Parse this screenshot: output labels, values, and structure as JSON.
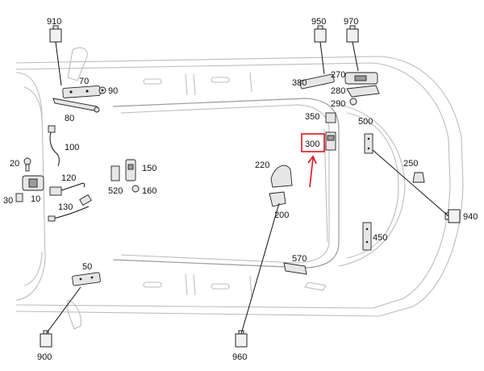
{
  "highlight_color": "#e0141e",
  "callouts": [
    {
      "id": "910",
      "label": "910"
    },
    {
      "id": "950",
      "label": "950"
    },
    {
      "id": "970",
      "label": "970"
    },
    {
      "id": "70",
      "label": "70"
    },
    {
      "id": "90",
      "label": "90"
    },
    {
      "id": "80",
      "label": "80"
    },
    {
      "id": "100",
      "label": "100"
    },
    {
      "id": "20",
      "label": "20"
    },
    {
      "id": "120",
      "label": "120"
    },
    {
      "id": "30",
      "label": "30"
    },
    {
      "id": "10",
      "label": "10"
    },
    {
      "id": "130",
      "label": "130"
    },
    {
      "id": "150",
      "label": "150"
    },
    {
      "id": "520",
      "label": "520"
    },
    {
      "id": "160",
      "label": "160"
    },
    {
      "id": "380",
      "label": "380"
    },
    {
      "id": "270",
      "label": "270"
    },
    {
      "id": "280",
      "label": "280"
    },
    {
      "id": "290",
      "label": "290"
    },
    {
      "id": "350",
      "label": "350"
    },
    {
      "id": "300",
      "label": "300"
    },
    {
      "id": "500",
      "label": "500"
    },
    {
      "id": "220",
      "label": "220"
    },
    {
      "id": "200",
      "label": "200"
    },
    {
      "id": "250",
      "label": "250"
    },
    {
      "id": "940",
      "label": "940"
    },
    {
      "id": "450",
      "label": "450"
    },
    {
      "id": "570",
      "label": "570"
    },
    {
      "id": "50",
      "label": "50"
    },
    {
      "id": "900",
      "label": "900"
    },
    {
      "id": "960",
      "label": "960"
    }
  ]
}
